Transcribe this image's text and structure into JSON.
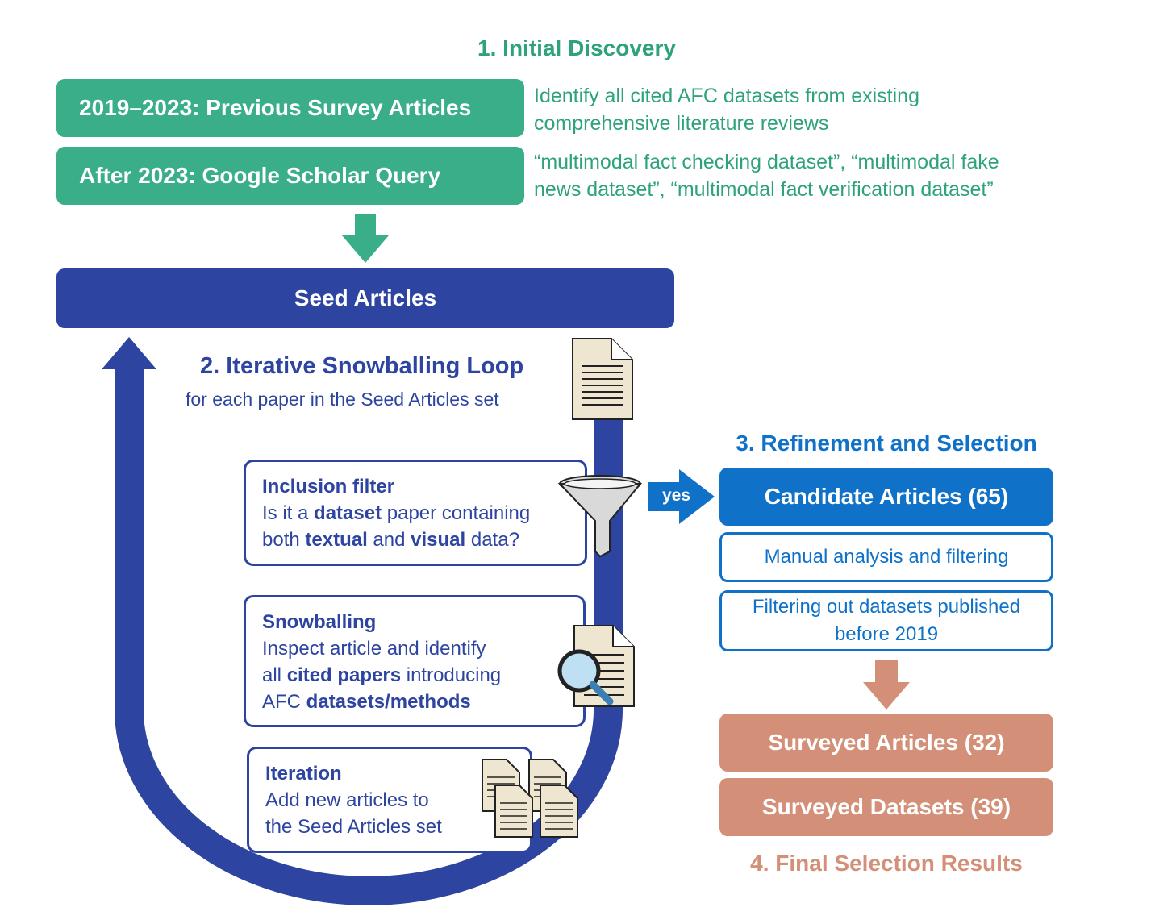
{
  "colors": {
    "green": "#3aae88",
    "green_text": "#2ea37a",
    "navy": "#2d44a0",
    "blue": "#0f72c8",
    "salmon": "#d38f77",
    "paper": "#efe6d2"
  },
  "section1": {
    "title": "1. Initial Discovery",
    "box1": "2019–2023: Previous Survey Articles",
    "note1_line1": "Identify all cited AFC datasets from existing",
    "note1_line2": "comprehensive literature reviews",
    "box2": "After 2023: Google Scholar Query",
    "note2_line1": "“multimodal fact checking dataset”, “multimodal fake",
    "note2_line2": "news dataset”, “multimodal fact verification dataset”"
  },
  "seed": {
    "label": "Seed Articles"
  },
  "section2": {
    "title": "2. Iterative Snowballing Loop",
    "subtitle": "for each paper in the Seed Articles set",
    "inclusion": {
      "heading": "Inclusion filter",
      "l1_a": "Is it a ",
      "l1_b": "dataset",
      "l1_c": " paper containing",
      "l2_a": "both ",
      "l2_b": "textual",
      "l2_c": " and ",
      "l2_d": "visual",
      "l2_e": " data?"
    },
    "snowballing": {
      "heading": "Snowballing",
      "l1": "Inspect article and identify",
      "l2_a": "all ",
      "l2_b": "cited papers",
      "l2_c": " introducing",
      "l3_a": "AFC ",
      "l3_b": "datasets/methods"
    },
    "iteration": {
      "heading": "Iteration",
      "l1": "Add new articles to",
      "l2": "the Seed Articles set"
    },
    "yes_label": "yes",
    "icons": [
      "document-icon",
      "funnel-icon",
      "magnifier-document-icon",
      "documents-stack-icon"
    ]
  },
  "section3": {
    "title": "3. Refinement and Selection",
    "candidate": "Candidate Articles (65)",
    "manual": "Manual analysis and filtering",
    "filter_l1": "Filtering out datasets published",
    "filter_l2": "before 2019"
  },
  "section4": {
    "surveyed_articles": "Surveyed Articles (32)",
    "surveyed_datasets": "Surveyed Datasets (39)",
    "title": "4. Final Selection Results"
  }
}
